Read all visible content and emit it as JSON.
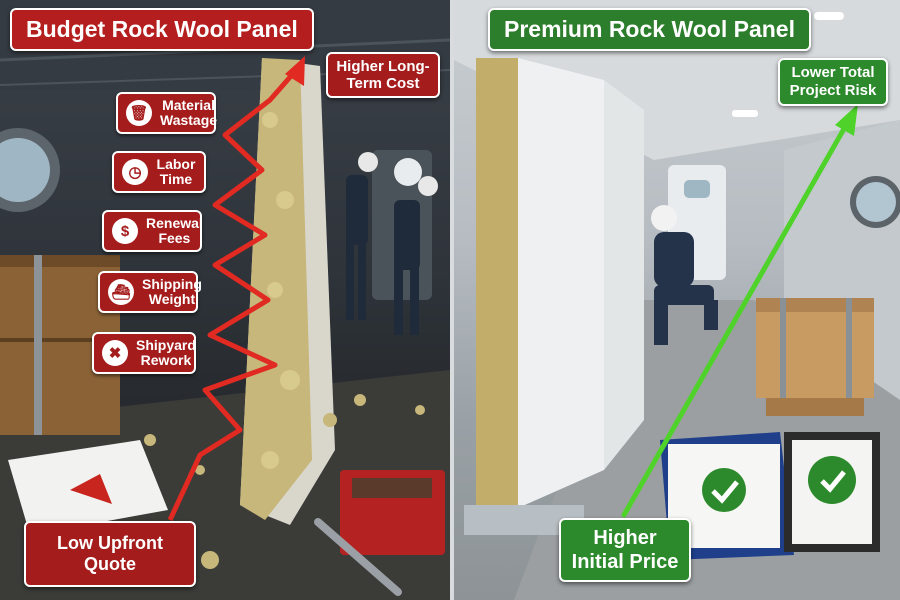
{
  "left": {
    "title": "Budget Rock Wool Panel",
    "top_callout": "Higher Long-Term Cost",
    "bottom_callout": "Low Upfront Quote",
    "cost_items": [
      {
        "label": "Material Wastage",
        "icon": "trash-icon"
      },
      {
        "label": "Labor Time",
        "icon": "clock-icon"
      },
      {
        "label": "Renewal Fees",
        "icon": "invoice-icon"
      },
      {
        "label": "Shipping Weight",
        "icon": "ship-icon"
      },
      {
        "label": "Shipyard Rework",
        "icon": "tools-icon"
      }
    ]
  },
  "right": {
    "title": "Premium Rock Wool Panel",
    "top_callout": "Lower Total Project Risk",
    "bottom_callout": "Higher Initial Price"
  },
  "colors": {
    "red_accent": "#a51c1c",
    "green_accent": "#2c8a2c",
    "insulation": "#c7b77a"
  }
}
